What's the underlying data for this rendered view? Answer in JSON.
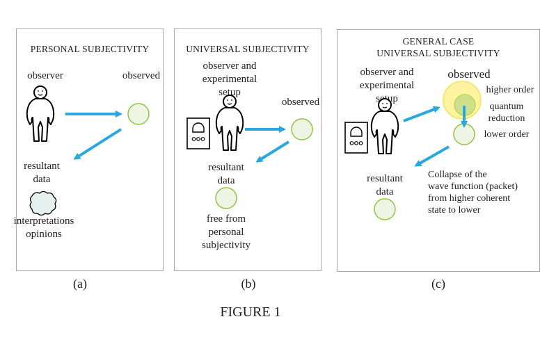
{
  "figure": {
    "title": "FIGURE 1",
    "colors": {
      "arrow": "#29a8e0",
      "circle_stroke": "#8dc63f",
      "circle_fill": "#eef5e4",
      "outer_glow": "#fff3a0",
      "outer_stroke": "#f2e35a",
      "inner_fill": "#cfe08a",
      "cloud_fill": "#e6f0ee",
      "border": "#a9a9a9"
    }
  },
  "panels": [
    {
      "caption": "(a)",
      "title": "PERSONAL SUBJECTIVITY",
      "observer_label": "observer",
      "observed_label": "observed",
      "result_label": "resultant\ndata",
      "note": "interpretations\nopinions"
    },
    {
      "caption": "(b)",
      "title": "UNIVERSAL SUBJECTIVITY",
      "observer_label": "observer and\nexperimental\nsetup",
      "observed_label": "observed",
      "result_label": "resultant\ndata",
      "note": "free from\npersonal\nsubjectivity"
    },
    {
      "caption": "(c)",
      "title": "GENERAL CASE\nUNIVERSAL SUBJECTIVITY",
      "observer_label": "observer and\nexperimental\nsetup",
      "observed_label": "observed",
      "higher_label": "higher order",
      "reduction_label": "quantum\nreduction",
      "lower_label": "lower order",
      "result_label": "resultant\ndata",
      "note": "Collapse of the\nwave function (packet)\nfrom higher coherent\nstate to lower"
    }
  ]
}
